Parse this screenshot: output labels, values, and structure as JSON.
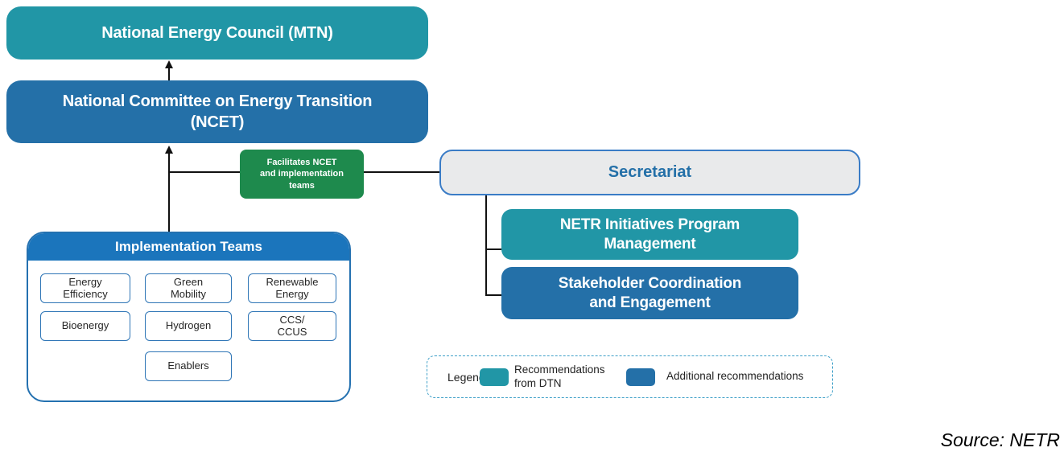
{
  "colors": {
    "teal": "#2196A6",
    "blue": "#2470A8",
    "bright_blue": "#1B75BC",
    "green": "#1E8A4D",
    "secretariat_fill": "#E9EAEB",
    "secretariat_border": "#3A7CC6",
    "team_box_border": "#2E75B6",
    "legend_border": "#3FA0C8",
    "connector": "#111111"
  },
  "org": {
    "mtn": "National Energy Council (MTN)",
    "ncet": "National Committee on Energy Transition\n(NCET)",
    "facilitates_note": "Facilitates NCET\nand implementation\nteams",
    "secretariat": "Secretariat",
    "netr_program": "NETR Initiatives Program\nManagement",
    "stakeholder": "Stakeholder Coordination\nand Engagement"
  },
  "implementation": {
    "header": "Implementation Teams",
    "teams": [
      {
        "label": "Energy\nEfficiency"
      },
      {
        "label": "Green\nMobility"
      },
      {
        "label": "Renewable\nEnergy"
      },
      {
        "label": "Bioenergy"
      },
      {
        "label": "Hydrogen"
      },
      {
        "label": "CCS/\nCCUS"
      },
      {
        "label": "Enablers"
      }
    ]
  },
  "legend": {
    "title": "Legend",
    "items": [
      {
        "label": "Recommendations\nfrom DTN",
        "color": "#2196A6"
      },
      {
        "label": "Additional recommendations",
        "color": "#2470A8"
      }
    ]
  },
  "source": "Source: NETR"
}
